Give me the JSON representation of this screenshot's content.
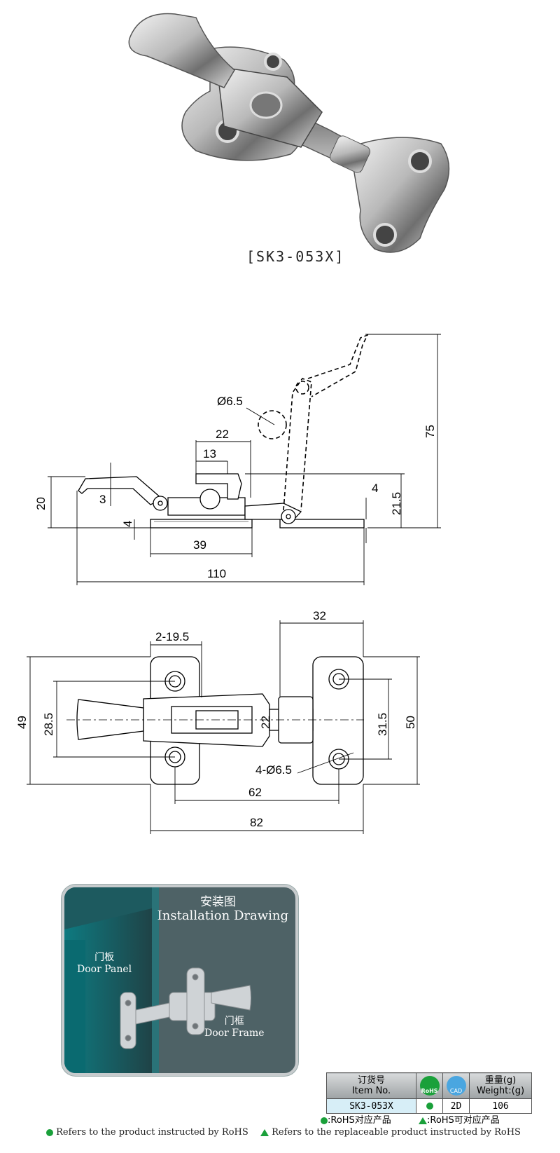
{
  "product": {
    "caption": "[SK3-053X]"
  },
  "side_view": {
    "dims": {
      "d_hole": "Ø6.5",
      "d22": "22",
      "d13": "13",
      "d75": "75",
      "d20": "20",
      "d3": "3",
      "d4_left": "4",
      "d4_right": "4",
      "d21_5": "21.5",
      "d39": "39",
      "d110": "110"
    }
  },
  "top_view": {
    "dims": {
      "d32": "32",
      "d2_19_5": "2-19.5",
      "d49": "49",
      "d28_5": "28.5",
      "d22": "22",
      "d31_5": "31.5",
      "d50": "50",
      "d4_6_5": "4-Ø6.5",
      "d62": "62",
      "d82": "82"
    }
  },
  "installation": {
    "title_cn": "安装图",
    "title_en": "Installation Drawing",
    "door_panel_cn": "门板",
    "door_panel_en": "Door Panel",
    "door_frame_cn": "门框",
    "door_frame_en": "Door Frame"
  },
  "spec_table": {
    "headers": {
      "item_cn": "订货号",
      "item_en": "Item No.",
      "rohs": "RoHS",
      "cad": "CAD",
      "weight_cn": "重量(g)",
      "weight_en": "Weight:(g)"
    },
    "row": {
      "item_no": "SK3-053X",
      "cad": "2D",
      "weight": "106"
    }
  },
  "legend": {
    "rohs_cn": ":RoHS对应产品",
    "replace_cn": ":RoHS可对应产品"
  },
  "footnotes": {
    "rohs": "Refers to the product instructed by RoHS",
    "replace": "Refers to the replaceable product instructed by RoHS"
  },
  "colors": {
    "accent_green": "#1aa03a",
    "panel_bg": "#4e6266",
    "cad_blue": "#4aa6e0"
  }
}
